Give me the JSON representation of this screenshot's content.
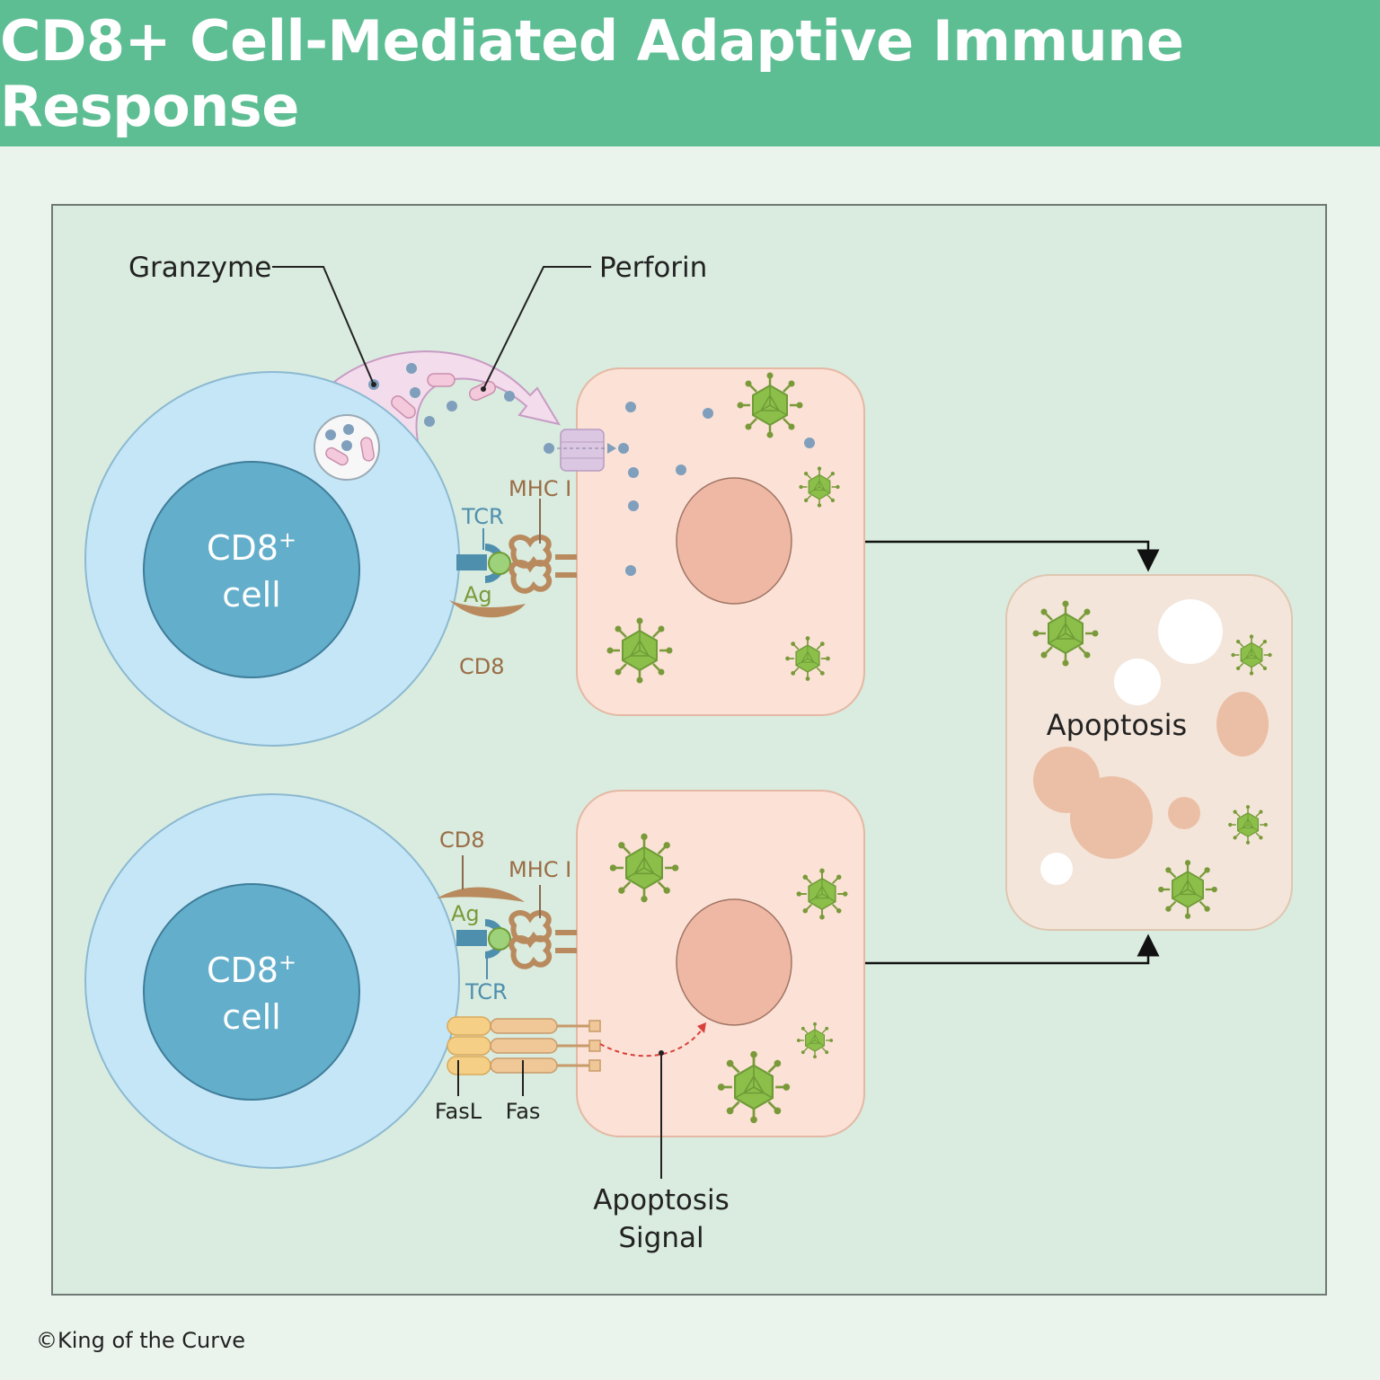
{
  "header": {
    "title": "CD8+ Cell-Mediated Adaptive Immune Response"
  },
  "labels": {
    "granzyme": "Granzyme",
    "perforin": "Perforin",
    "cd8_cell_top_line1": "CD8",
    "cd8_cell_top_sup": "+",
    "cd8_cell_top_line2": "cell",
    "cd8_cell_bottom_line1": "CD8",
    "cd8_cell_bottom_sup": "+",
    "cd8_cell_bottom_line2": "cell",
    "mhc_top": "MHC I",
    "tcr_top": "TCR",
    "ag_top": "Ag",
    "cd8_top": "CD8",
    "cd8_bottom": "CD8",
    "mhc_bottom": "MHC I",
    "ag_bottom": "Ag",
    "tcr_bottom": "TCR",
    "fasl": "FasL",
    "fas": "Fas",
    "apoptosis": "Apoptosis",
    "apoptosis_signal_line1": "Apoptosis",
    "apoptosis_signal_line2": "Signal"
  },
  "footer": {
    "copyright": "©King of the Curve"
  },
  "colors": {
    "header_bg": "#5dbd93",
    "panel_bg": "#d9ecdf",
    "tcell_outer": "#c5e6f7",
    "tcell_nucleus": "#63aecb",
    "target_cell": "#fbe1d6",
    "target_nucleus": "#efb8a4",
    "apoptotic_cell": "#f3e5d9",
    "virus": "#8cbf4a",
    "molecule_brown": "#b98a5e",
    "receptor_blue": "#4f8fae",
    "fas_yellow": "#f6cf86",
    "granzyme_dot": "#7f9fbd",
    "perforin_purple": "#dcc7e3"
  }
}
